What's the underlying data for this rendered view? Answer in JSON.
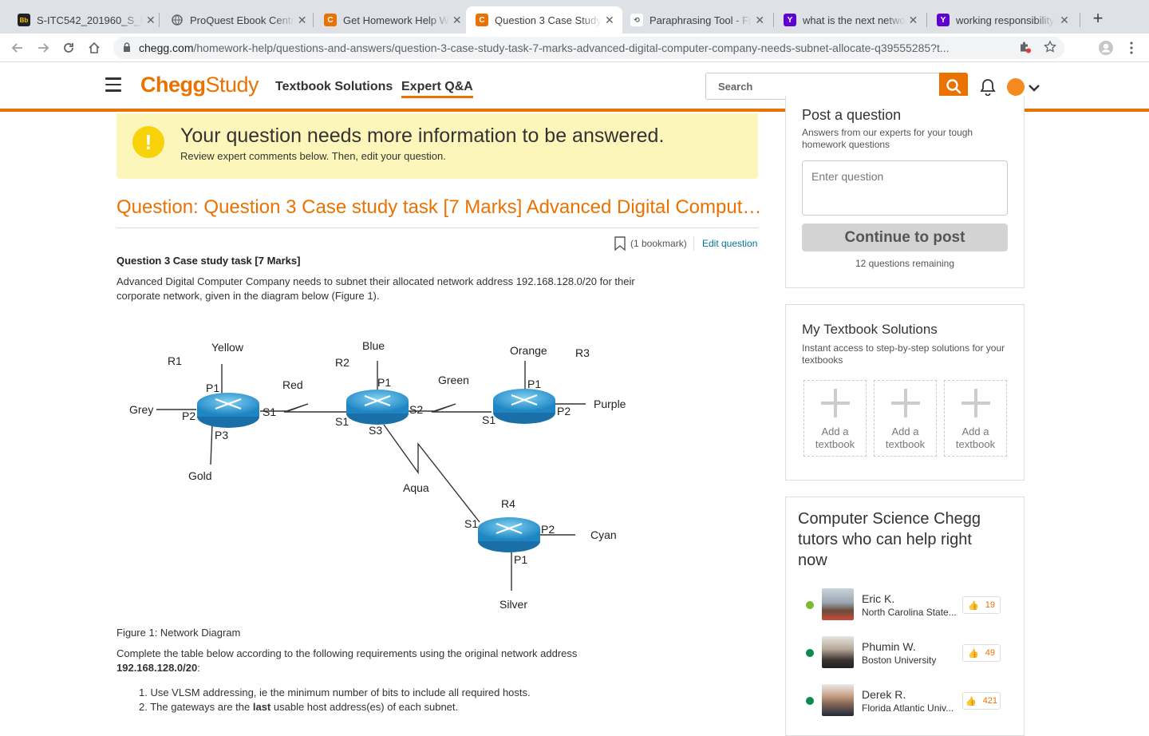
{
  "browser": {
    "tabs": [
      {
        "label": "S-ITC542_201960_S_I",
        "icon": "blackboard-icon",
        "active": false
      },
      {
        "label": "ProQuest Ebook Centr",
        "icon": "globe-icon",
        "active": false
      },
      {
        "label": "Get Homework Help W",
        "icon": "chegg-icon",
        "active": false
      },
      {
        "label": "Question 3 Case Study",
        "icon": "chegg-icon",
        "active": true
      },
      {
        "label": "Paraphrasing Tool - Fr",
        "icon": "quillbot-icon",
        "active": false
      },
      {
        "label": "what is the next netwo",
        "icon": "yahoo-icon",
        "active": false
      },
      {
        "label": "working responsibility",
        "icon": "yahoo-icon",
        "active": false
      }
    ],
    "favicon_text": {
      "blackboard": "Bb",
      "chegg": "C",
      "yahoo": "Y"
    },
    "url_host": "chegg.com",
    "url_path": "/homework-help/questions-and-answers/question-3-case-study-task-7-marks-advanced-digital-computer-company-needs-subnet-allocate-q39555285?t..."
  },
  "header": {
    "logo_chegg": "Chegg",
    "logo_study": "Study",
    "nav": [
      "Textbook Solutions",
      "Expert Q&A"
    ],
    "search_placeholder": "Search"
  },
  "notice": {
    "title": "Your question needs more information to be answered.",
    "subtitle": "Review expert comments below. Then, edit your question."
  },
  "question": {
    "title": "Question: Question 3 Case study task [7 Marks] Advanced Digital Comput…",
    "bookmark_label": "(1 bookmark)",
    "edit_label": "Edit question",
    "heading": "Question 3 Case study task [7 Marks]",
    "body": "Advanced Digital Computer Company needs to subnet their allocated network address 192.168.128.0/20 for their corporate network, given in the diagram below (Figure 1).",
    "figure_caption": "Figure 1: Network Diagram",
    "complete_text": "Complete the table below according to the following requirements using the original network address",
    "complete_address": "192.168.128.0/20",
    "complete_suffix": ":",
    "req1": "1. Use VLSM addressing, ie the minimum number of bits to include all required hosts.",
    "req2_pre": "2. The gateways are the ",
    "req2_bold": "last",
    "req2_post": " usable host address(es) of each subnet."
  },
  "diagram": {
    "labels": {
      "r1": "R1",
      "r2": "R2",
      "r3": "R3",
      "r4": "R4",
      "yellow": "Yellow",
      "blue": "Blue",
      "orange": "Orange",
      "grey": "Grey",
      "red": "Red",
      "green": "Green",
      "purple": "Purple",
      "gold": "Gold",
      "aqua": "Aqua",
      "cyan": "Cyan",
      "silver": "Silver",
      "p1": "P1",
      "p2": "P2",
      "p3": "P3",
      "s1": "S1",
      "s2": "S2",
      "s3": "S3"
    }
  },
  "sidebar": {
    "post": {
      "title": "Post a question",
      "subtitle": "Answers from our experts for your tough homework questions",
      "placeholder": "Enter question",
      "button": "Continue to post",
      "remaining": "12 questions remaining"
    },
    "textbooks": {
      "title": "My Textbook Solutions",
      "subtitle": "Instant access to step-by-step solutions for your textbooks",
      "slots": [
        "Add a textbook",
        "Add a textbook",
        "Add a textbook"
      ]
    },
    "tutors": {
      "title_bold": "Computer Science",
      "title_rest": " Chegg tutors who can help right now",
      "list": [
        {
          "name": "Eric K.",
          "school": "North Carolina State...",
          "score": "19"
        },
        {
          "name": "Phumin W.",
          "school": "Boston University",
          "score": "49"
        },
        {
          "name": "Derek R.",
          "school": "Florida Atlantic Univ...",
          "score": "421"
        }
      ]
    }
  }
}
